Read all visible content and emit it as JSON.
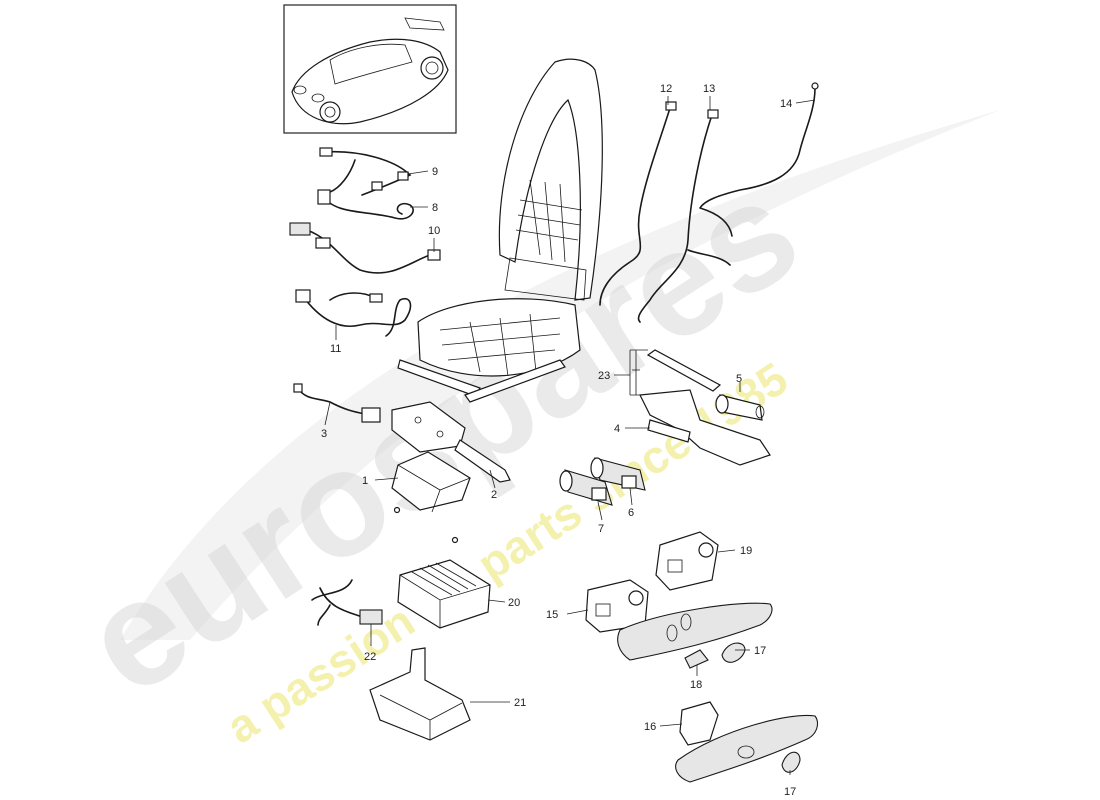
{
  "watermark": {
    "brand_text": "eurospares",
    "tagline": "a passion for parts since 1985",
    "brand_color": "#d9d9d9",
    "tagline_color": "#f2ee9a"
  },
  "diagram": {
    "inset_icon": "car-thumbnail-icon",
    "callouts": [
      {
        "id": "c1",
        "label": "1"
      },
      {
        "id": "c2",
        "label": "2"
      },
      {
        "id": "c3",
        "label": "3"
      },
      {
        "id": "c4",
        "label": "4"
      },
      {
        "id": "c5",
        "label": "5"
      },
      {
        "id": "c6",
        "label": "6"
      },
      {
        "id": "c7",
        "label": "7"
      },
      {
        "id": "c8",
        "label": "8"
      },
      {
        "id": "c9",
        "label": "9"
      },
      {
        "id": "c10",
        "label": "10"
      },
      {
        "id": "c11",
        "label": "11"
      },
      {
        "id": "c12",
        "label": "12"
      },
      {
        "id": "c13",
        "label": "13"
      },
      {
        "id": "c14",
        "label": "14"
      },
      {
        "id": "c15",
        "label": "15"
      },
      {
        "id": "c16",
        "label": "16"
      },
      {
        "id": "c17a",
        "label": "17"
      },
      {
        "id": "c17b",
        "label": "17"
      },
      {
        "id": "c18",
        "label": "18"
      },
      {
        "id": "c19",
        "label": "19"
      },
      {
        "id": "c20",
        "label": "20"
      },
      {
        "id": "c21",
        "label": "21"
      },
      {
        "id": "c22",
        "label": "22"
      },
      {
        "id": "c23",
        "label": "23"
      }
    ]
  }
}
